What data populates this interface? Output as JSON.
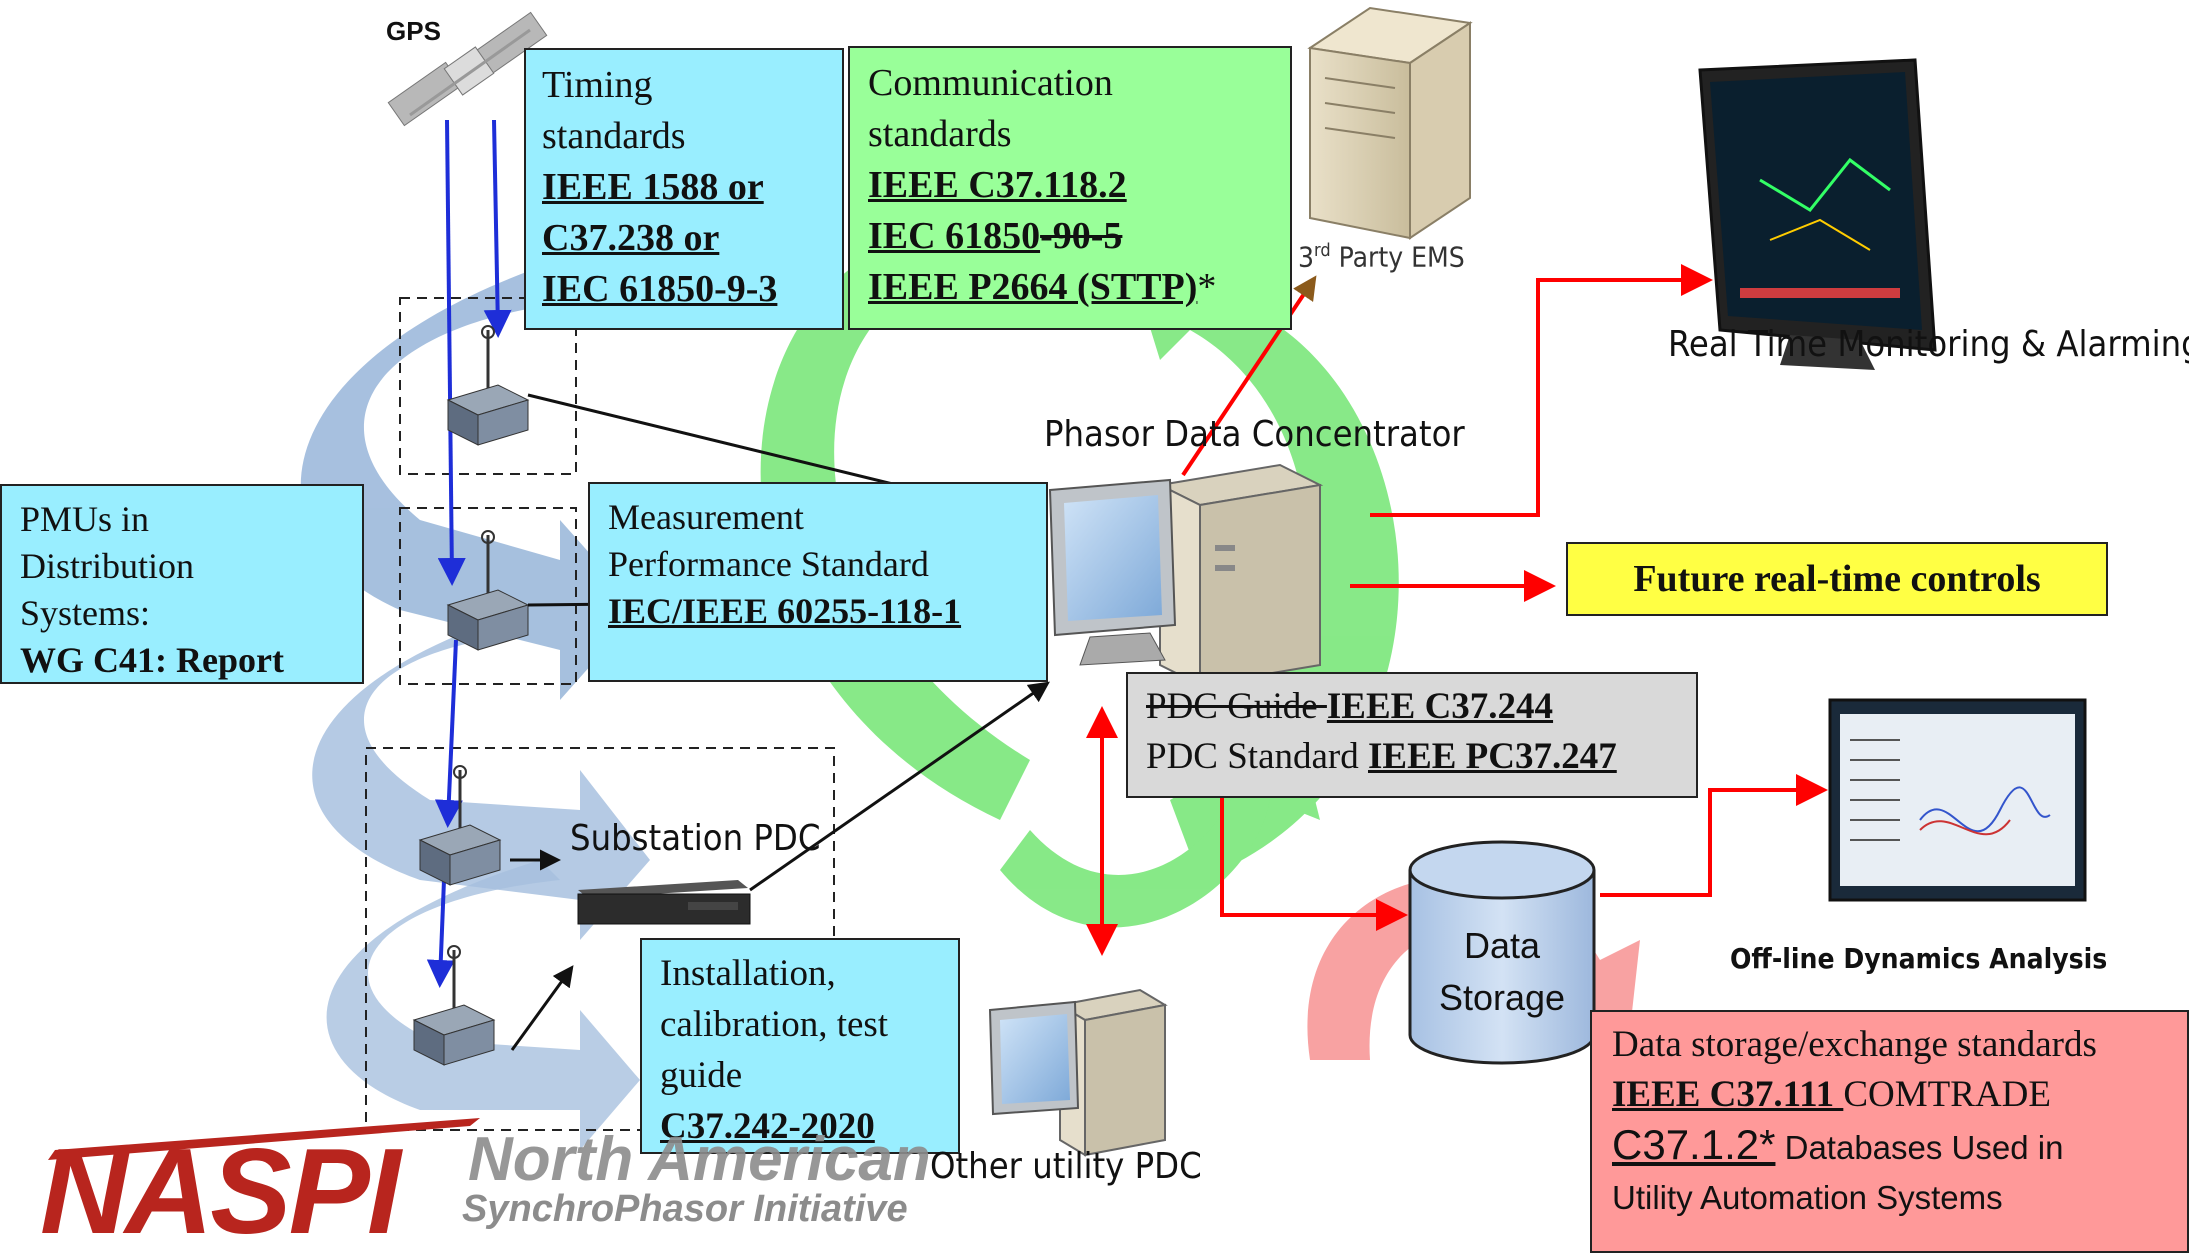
{
  "gps_label": "GPS",
  "timing": {
    "title1": "Timing",
    "title2": "standards",
    "lines": [
      "IEEE 1588 or",
      "C37.238 or",
      "IEC 61850-9-3"
    ]
  },
  "communication": {
    "title1": "Communication",
    "title2": "standards",
    "line1": "IEEE C37.118.2",
    "line2a": "IEC 61850",
    "line2b": "-90-5",
    "line3a": "IEEE P2664 (STTP)",
    "line3b": "*"
  },
  "ems_label_pre": "3",
  "ems_label_sup": "rd",
  "ems_label_post": " Party EMS",
  "monitoring_label": "Real Time Monitoring & Alarming",
  "pdc_label": "Phasor Data Concentrator",
  "pmu_distribution": {
    "lines": [
      "PMUs in",
      "Distribution",
      "Systems:"
    ],
    "bold": "WG C41: Report"
  },
  "measurement": {
    "line1": "Measurement",
    "line2": "Performance Standard",
    "line3": "IEC/IEEE 60255-118-1"
  },
  "future_controls": "Future real-time controls",
  "pdc_guide": {
    "guide_prefix": "PDC Guide ",
    "guide_std": "IEEE C37.244",
    "standard_prefix": "PDC Standard ",
    "standard_std": "IEEE PC37.247"
  },
  "substation_pdc": "Substation PDC",
  "data_storage_label": [
    "Data",
    "Storage"
  ],
  "offline_label": "Off-line Dynamics Analysis",
  "installation": {
    "lines": [
      "Installation,",
      "calibration, test",
      "guide"
    ],
    "std": "C37.242-2020"
  },
  "other_pdc": "Other utility PDC",
  "storage_standards": {
    "line1": "Data storage/exchange standards",
    "line2a": "IEEE C37.111 ",
    "line2b": "COMTRADE",
    "line3a": "C37.1.2*",
    "line3b": " Databases Used in",
    "line4": "Utility Automation Systems"
  },
  "logo": {
    "naspi": "NASPI",
    "north_american": "North American",
    "synchrophasor": "SynchroPhasor Initiative"
  },
  "colors": {
    "cyan_box": "#99EEFF",
    "green_box": "#99FF99",
    "yellow_box": "#FFFF44",
    "grey_box": "#D9D9D9",
    "pink_box": "#FF9999",
    "red_arrow": "#FF0000",
    "blue_arrow": "#1E2ED8",
    "naspi_red": "#B8251E",
    "logo_grey": "#8C8C8C"
  }
}
